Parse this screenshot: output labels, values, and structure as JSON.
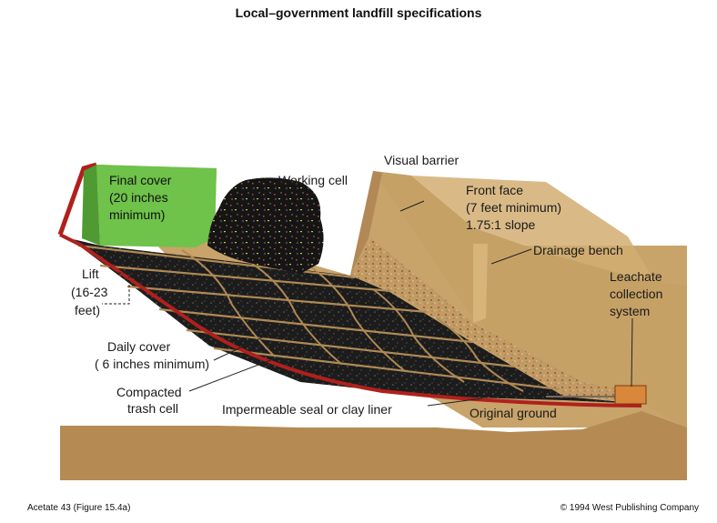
{
  "title": "Local–government landfill specifications",
  "labels": {
    "final_cover": [
      "Final cover",
      "(20 inches",
      "minimum)"
    ],
    "working_cell": "Working cell",
    "visual_barrier": "Visual barrier",
    "front_face": [
      "Front face",
      "(7 feet minimum)",
      "1.75:1 slope"
    ],
    "drainage_bench": "Drainage bench",
    "leachate": [
      "Leachate",
      "collection",
      "system"
    ],
    "lift": [
      "Lift",
      "(16-23",
      "feet)"
    ],
    "daily_cover": [
      "Daily cover",
      "( 6 inches minimum)"
    ],
    "compacted": [
      "Compacted",
      "trash cell"
    ],
    "liner": "Impermeable seal or clay liner",
    "original_ground": "Original ground"
  },
  "footer": {
    "left": "Acetate 43 (Figure 15.4a)",
    "right": "© 1994 West Publishing Company"
  },
  "colors": {
    "soil": "#c8a36a",
    "soil_dark": "#a9834c",
    "trash": "#1c1c1c",
    "final_cover": "#6fc24a",
    "liner": "#b0201c",
    "gravel": "#b88f5c",
    "leachate_box": "#d9873a"
  }
}
